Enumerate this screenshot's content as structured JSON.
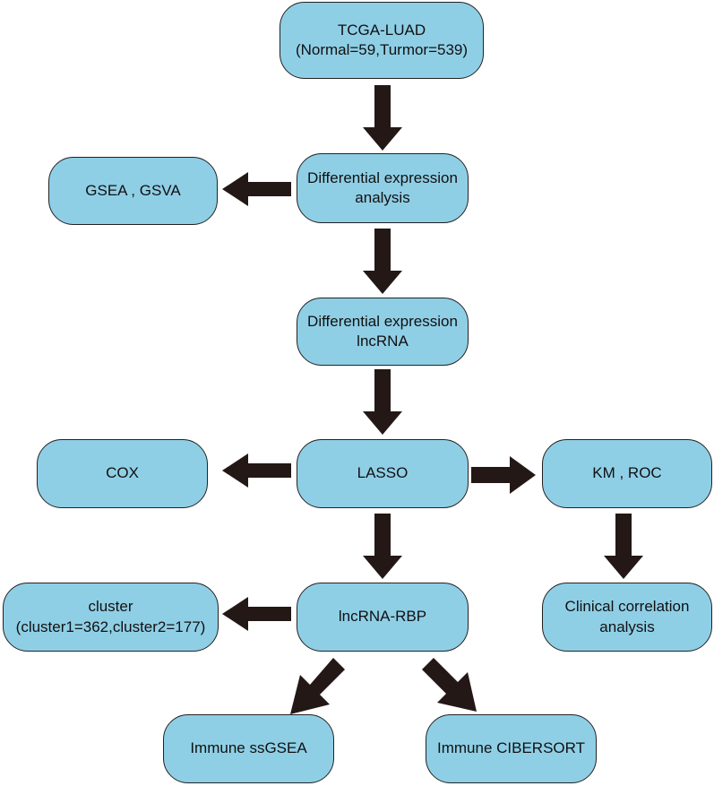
{
  "colors": {
    "node_fill": "#8fcfe6",
    "node_border": "#222222",
    "arrow": "#231815"
  },
  "nodes": {
    "tcga": "TCGA-LUAD\n(Normal=59,Turmor=539)",
    "diff_analysis": "Differential expression\nanalysis",
    "gsea": "GSEA , GSVA",
    "diff_lncrna": "Differential expression\nlncRNA",
    "lasso": "LASSO",
    "cox": "COX",
    "km_roc": "KM , ROC",
    "lncrna_rbp": "lncRNA-RBP",
    "cluster": "cluster\n(cluster1=362,cluster2=177)",
    "clinical": "Clinical correlation\nanalysis",
    "ssgsea": "Immune ssGSEA",
    "cibersort": "Immune CIBERSORT"
  }
}
